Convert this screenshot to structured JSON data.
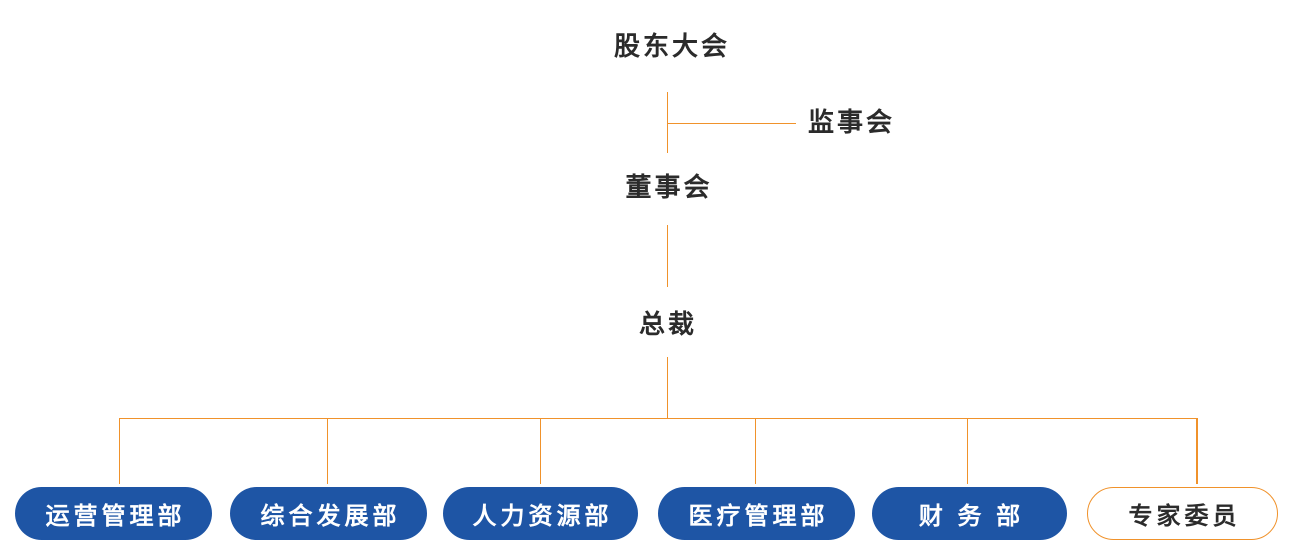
{
  "colors": {
    "line": "#F0922B",
    "dept_fill": "#1E55A5",
    "dept_text": "#FFFFFF",
    "heading_text": "#2B2B2B",
    "expert_text": "#2B2B2B",
    "background": "#FFFFFF"
  },
  "nodes": {
    "shareholders": "股东大会",
    "supervisory": "监事会",
    "board": "董事会",
    "president": "总裁"
  },
  "departments": [
    {
      "label": "运营管理部",
      "variant": "filled"
    },
    {
      "label": "综合发展部",
      "variant": "filled"
    },
    {
      "label": "人力资源部",
      "variant": "filled"
    },
    {
      "label": "医疗管理部",
      "variant": "filled"
    },
    {
      "label": "财 务 部",
      "variant": "filled"
    },
    {
      "label": "专家委员",
      "variant": "outline"
    }
  ]
}
